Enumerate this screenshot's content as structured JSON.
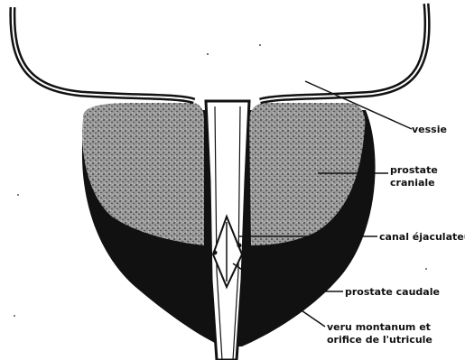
{
  "labels": {
    "vessie": "vessie",
    "prostate_craniale_1": "prostate",
    "prostate_craniale_2": "craniale",
    "canal_ejaculateur": "canal éjaculateur",
    "prostate_caudale": "prostate caudale",
    "veru_montanum_1": "veru montanum et",
    "veru_montanum_2": "orifice de l'utricule"
  },
  "colors": {
    "ink": "#111111",
    "cranial_fill": "#8c8c8c",
    "background": "#ffffff"
  }
}
